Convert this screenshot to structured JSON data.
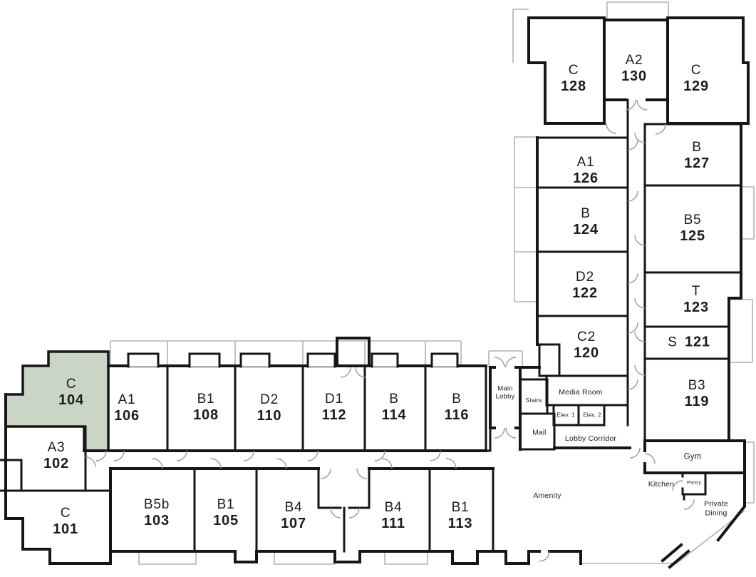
{
  "colors": {
    "highlight": "#cbd5c6",
    "wall": "#161616",
    "balcony_line": "#b2b2b2",
    "door_arc": "#9a9a9a",
    "text": "#1c1c1e"
  },
  "units": [
    {
      "type": "C",
      "number": "104",
      "highlighted": true
    },
    {
      "type": "A1",
      "number": "106",
      "highlighted": false
    },
    {
      "type": "B1",
      "number": "108",
      "highlighted": false
    },
    {
      "type": "D2",
      "number": "110",
      "highlighted": false
    },
    {
      "type": "D1",
      "number": "112",
      "highlighted": false
    },
    {
      "type": "B",
      "number": "114",
      "highlighted": false
    },
    {
      "type": "B",
      "number": "116",
      "highlighted": false
    },
    {
      "type": "A3",
      "number": "102",
      "highlighted": false
    },
    {
      "type": "C",
      "number": "101",
      "highlighted": false
    },
    {
      "type": "B5b",
      "number": "103",
      "highlighted": false
    },
    {
      "type": "B1",
      "number": "105",
      "highlighted": false
    },
    {
      "type": "B4",
      "number": "107",
      "highlighted": false
    },
    {
      "type": "B4",
      "number": "111",
      "highlighted": false
    },
    {
      "type": "B1",
      "number": "113",
      "highlighted": false
    },
    {
      "type": "C",
      "number": "128",
      "highlighted": false
    },
    {
      "type": "A2",
      "number": "130",
      "highlighted": false
    },
    {
      "type": "C",
      "number": "129",
      "highlighted": false
    },
    {
      "type": "A1",
      "number": "126",
      "highlighted": false
    },
    {
      "type": "B",
      "number": "124",
      "highlighted": false
    },
    {
      "type": "D2",
      "number": "122",
      "highlighted": false
    },
    {
      "type": "C2",
      "number": "120",
      "highlighted": false
    },
    {
      "type": "B",
      "number": "127",
      "highlighted": false
    },
    {
      "type": "B5",
      "number": "125",
      "highlighted": false
    },
    {
      "type": "T",
      "number": "123",
      "highlighted": false
    },
    {
      "type": "S",
      "number": "121",
      "highlighted": false
    },
    {
      "type": "B3",
      "number": "119",
      "highlighted": false
    }
  ],
  "rooms": {
    "main_lobby": "Main Lobby",
    "stairs": "Stairs",
    "mail": "Mail",
    "media_room": "Media Room",
    "elev1": "Elev. 1",
    "elev2": "Elev. 2",
    "lobby_corridor": "Lobby Corridor",
    "amenity": "Amenity",
    "gym": "Gym",
    "kitchen": "Kitchen",
    "pantry": "Pantry",
    "private_dining": "Private Dining"
  }
}
